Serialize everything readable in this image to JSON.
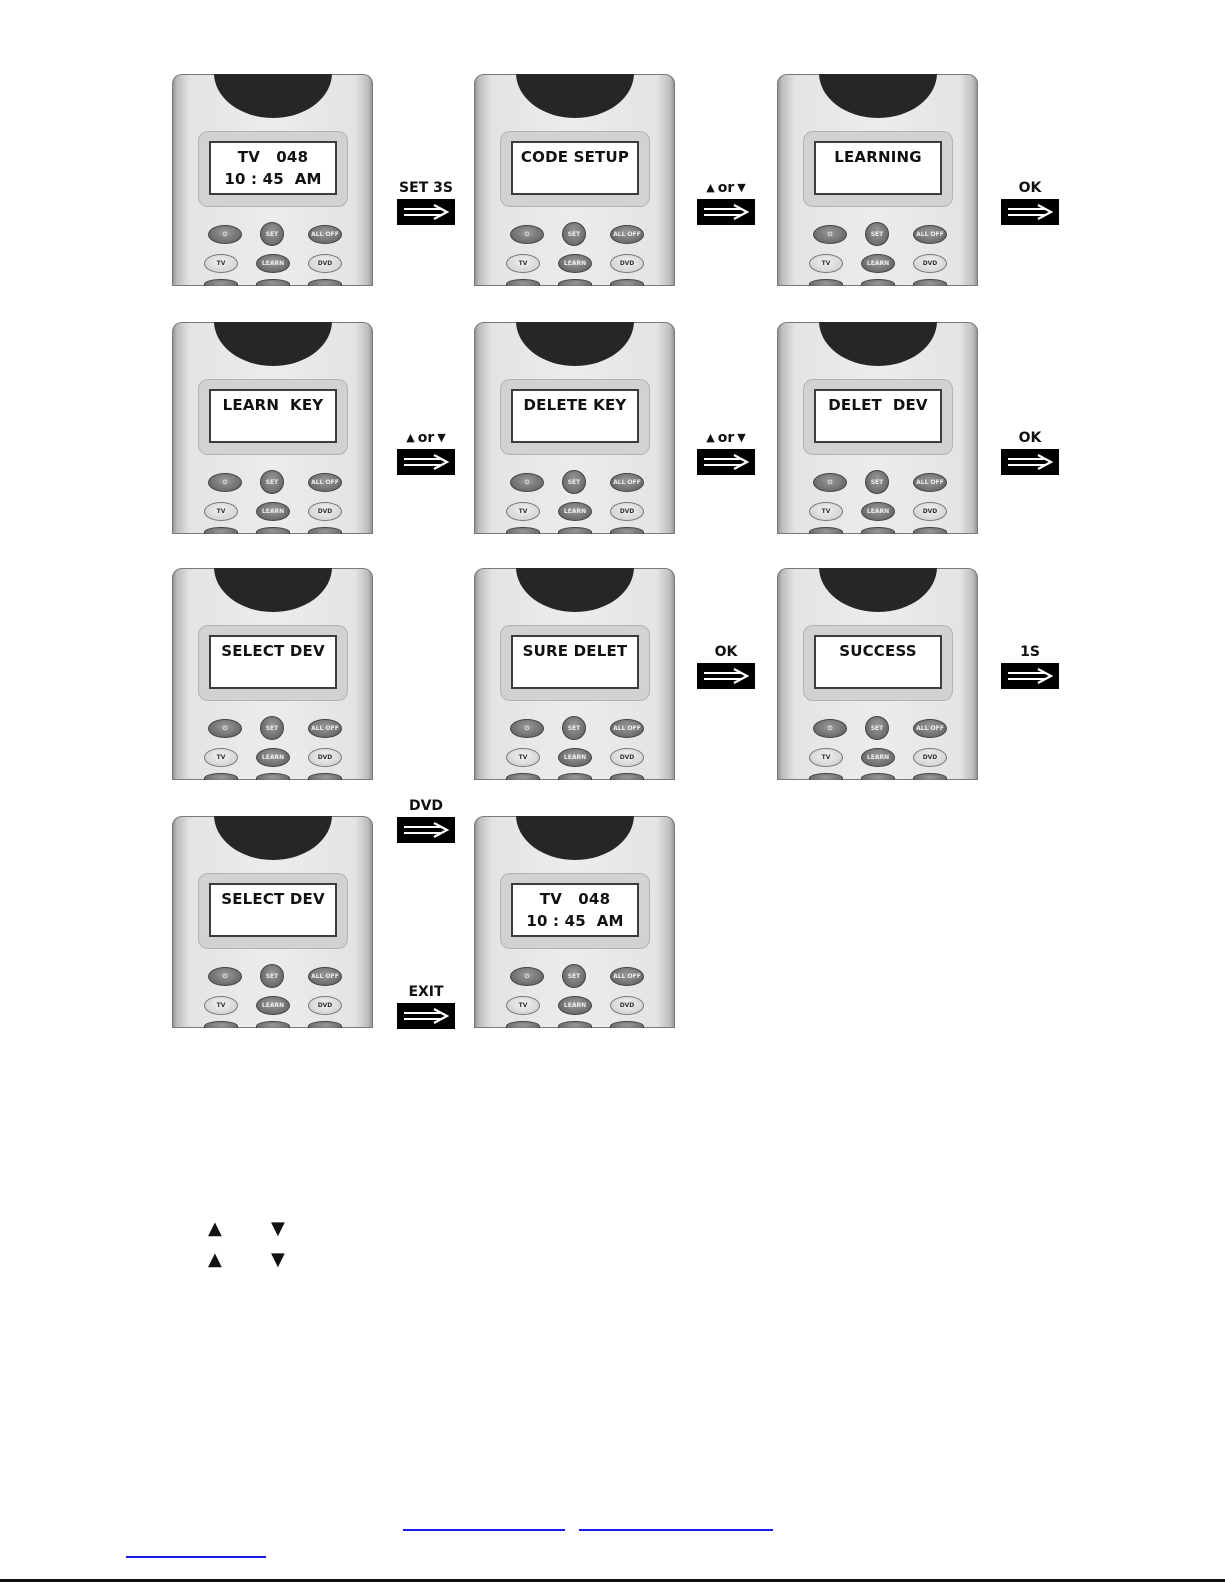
{
  "remotes": [
    {
      "lines": [
        "TV   048",
        "10 : 45  AM"
      ]
    },
    {
      "lines": [
        "CODE SETUP"
      ]
    },
    {
      "lines": [
        "LEARNING"
      ]
    },
    {
      "lines": [
        "LEARN  KEY"
      ]
    },
    {
      "lines": [
        "DELETE KEY"
      ]
    },
    {
      "lines": [
        "DELET  DEV"
      ]
    },
    {
      "lines": [
        "SELECT DEV"
      ]
    },
    {
      "lines": [
        "SURE DELET"
      ]
    },
    {
      "lines": [
        "SUCCESS"
      ]
    },
    {
      "lines": [
        "SELECT DEV"
      ]
    },
    {
      "lines": [
        "TV   048",
        "10 : 45  AM"
      ]
    }
  ],
  "buttons": {
    "power": "⏻",
    "set": "SET",
    "all_off": "ALL OFF",
    "tv": "TV",
    "learn": "LEARN",
    "dvd": "DVD"
  },
  "steps": [
    {
      "label": "SET 3S"
    },
    {
      "label": "or",
      "arrows": true
    },
    {
      "label": "OK"
    },
    {
      "label": "or",
      "arrows": true
    },
    {
      "label": "or",
      "arrows": true
    },
    {
      "label": "OK"
    },
    {
      "label": "OK"
    },
    {
      "label": "1S"
    },
    {
      "label": "DVD"
    },
    {
      "label": "EXIT"
    }
  ],
  "icons": {
    "up": "▲",
    "down": "▼"
  }
}
